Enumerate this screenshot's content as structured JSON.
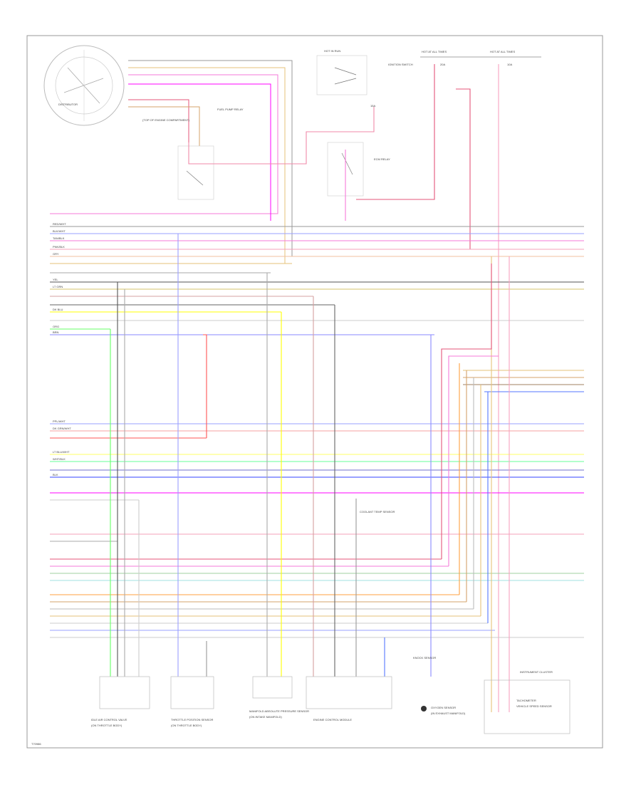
{
  "diagram": {
    "footer_code": "T70986",
    "components": {
      "distributor": "DISTRIBUTOR",
      "ignition_switch": "IGNITION SWITCH",
      "hot_in_run_label": "HOT IN RUN",
      "hot_at_all_times": "HOT AT ALL TIMES",
      "fuse_15a": "15A",
      "fuse_20a": "20A",
      "fuse_10a": "10A",
      "ecm_relay": "ECM RELAY",
      "fuel_pump_relay": "FUEL PUMP RELAY",
      "fuel_pump_relay_note": "(TOP OF ENGINE COMPARTMENT)",
      "tachometer": "TACHOMETER",
      "speed_sensor": "VEHICLE SPEED SENSOR",
      "instrument_cluster": "INSTRUMENT CLUSTER",
      "throttle_position_sensor": "THROTTLE POSITION SENSOR",
      "tps_note": "(ON THROTTLE BODY)",
      "idle_air_control": "IDLE AIR CONTROL VALVE",
      "iac_note": "(ON THROTTLE BODY)",
      "manifold_pressure": "MANIFOLD ABSOLUTE PRESSURE SENSOR",
      "map_note": "(ON INTAKE MANIFOLD)",
      "coolant_temp_sensor": "COOLANT TEMP SENSOR",
      "knock_sensor": "KNOCK SENSOR",
      "oxygen_sensor": "OXYGEN SENSOR",
      "oxygen_sensor_note": "(IN EXHAUST MANIFOLD)",
      "pcm_label": "ENGINE CONTROL MODULE"
    },
    "wire_colors": [
      "RED/WHT",
      "BLK/WHT",
      "TAN/BLK",
      "PNK/BLK",
      "GRY",
      "YEL",
      "LT GRN",
      "DK BLU",
      "ORG",
      "BRN",
      "PPL/WHT",
      "DK GRN/WHT",
      "LT BLU/WHT",
      "WHT/BLK",
      "BLK"
    ]
  }
}
